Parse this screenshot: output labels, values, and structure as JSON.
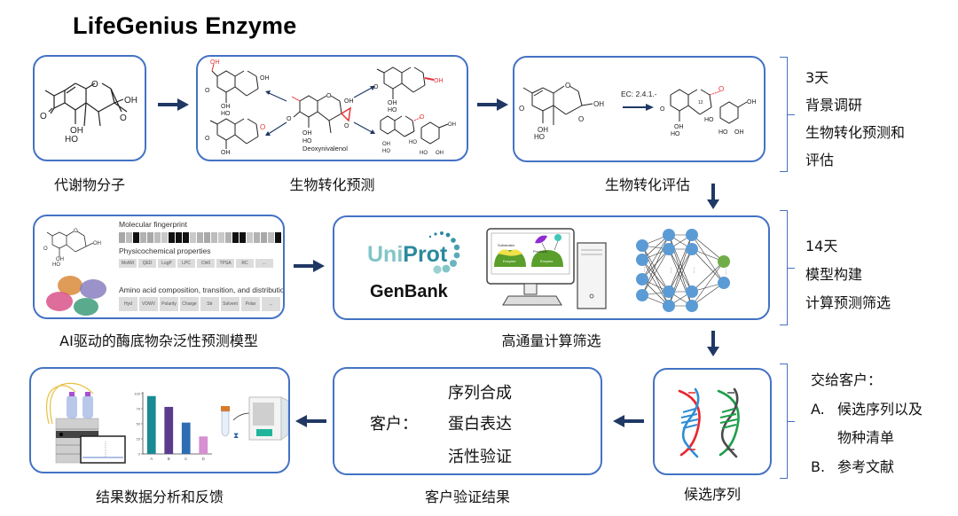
{
  "title": "LifeGenius Enzyme",
  "colors": {
    "box_border": "#4472c4",
    "arrow": "#1f3864",
    "highlight_red": "#e8333a",
    "uniprot_light": "#82c5c7",
    "uniprot_dark": "#2b8a9e",
    "nn_node": "#5b9bd5",
    "nn_output": "#70ad47"
  },
  "row1": {
    "step1": {
      "caption": "代谢物分子",
      "labels": {
        "oh": "OH",
        "o": "O",
        "ho": "HO",
        "oh2": "OH"
      }
    },
    "step2": {
      "caption": "生物转化预测",
      "center_label": "Deoxynivalenol"
    },
    "step3": {
      "caption": "生物转化评估",
      "ec_label": "EC: 2.4.1.-"
    },
    "side": {
      "duration": "3天",
      "lines": [
        "背景调研",
        "生物转化预测和",
        "评估"
      ]
    }
  },
  "row2": {
    "step4": {
      "caption": "AI驱动的酶底物杂泛性预测模型",
      "fingerprint_title": "Molecular fingerprint",
      "fingerprint_bits": [
        0,
        0,
        1,
        0,
        0,
        0,
        0,
        1,
        1,
        1,
        0,
        0,
        0,
        0,
        0,
        0,
        1,
        1,
        0,
        0,
        0,
        0,
        1
      ],
      "physchem_title": "Physicochemical properties",
      "physchem_features": [
        "MolWt",
        "QED",
        "LogP",
        "LPC",
        "Chi0",
        "TPSA",
        "RC",
        "..."
      ],
      "amino_title": "Amino acid composition, transition, and distribution",
      "amino_features": [
        "Hyd",
        "VDWV",
        "Polarity",
        "Charge",
        "Str",
        "Solvent",
        "Polar",
        "..."
      ]
    },
    "step5": {
      "caption": "高通量计算筛选",
      "logo1": "UniProt",
      "logo1_parts": [
        "Uni",
        "Prot"
      ],
      "logo2": "GenBank",
      "screen_labels": {
        "substrates": "Substrates",
        "products": "Products",
        "enzyme": "Enzyme"
      }
    },
    "side": {
      "duration": "14天",
      "lines": [
        "模型构建",
        "计算预测筛选"
      ]
    }
  },
  "row3": {
    "step6": {
      "caption": "结果数据分析和反馈",
      "chart_data": {
        "type": "bar",
        "categories": [
          "A",
          "B",
          "C",
          "D"
        ],
        "values": [
          96,
          78,
          52,
          29
        ],
        "yticks": [
          0,
          25,
          50,
          75,
          100
        ],
        "ylim": [
          0,
          100
        ],
        "colors": [
          "#1a8a95",
          "#5b3b8c",
          "#2e6db4",
          "#d68fd0"
        ]
      }
    },
    "step7": {
      "caption": "客户验证结果",
      "customer_label": "客户：",
      "items": [
        "序列合成",
        "蛋白表达",
        "活性验证"
      ]
    },
    "step8": {
      "caption": "候选序列"
    },
    "side": {
      "heading": "交给客户：",
      "items": [
        {
          "marker": "A.",
          "lines": [
            "候选序列以及",
            "物种清单"
          ]
        },
        {
          "marker": "B.",
          "lines": [
            "参考文献"
          ]
        }
      ]
    }
  }
}
